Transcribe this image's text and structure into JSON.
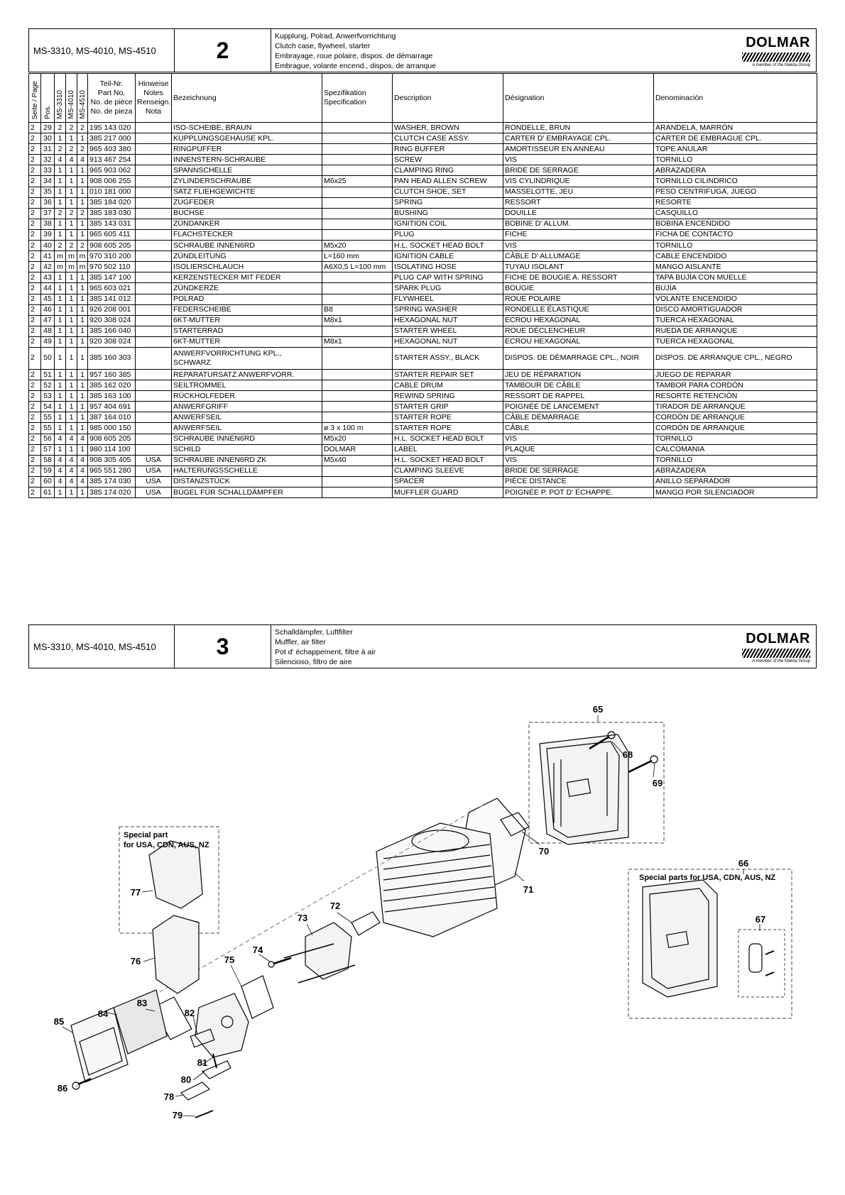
{
  "section2": {
    "models": "MS-3310, MS-4010, MS-4510",
    "number": "2",
    "titles": [
      "Kupplung, Polrad, Anwerfvorrichtung",
      "Clutch case, flywheel, starter",
      "Embrayage, roue polaire, dispos. de démarrage",
      "Embrague, volante encend., dispos. de arranque"
    ],
    "brand": "DOLMAR",
    "brand_sub": "A member of the Makita Group"
  },
  "table": {
    "headers": {
      "page": "Seite / Page",
      "pos": "Pos.",
      "m1": "MS-3310",
      "m2": "MS-4010",
      "m3": "MS-4510",
      "part": [
        "Teil-Nr.",
        "Part No.",
        "No. de pièce",
        "No. de pieza"
      ],
      "notes": [
        "Hinweise",
        "Notes",
        "Renseign.",
        "Nota"
      ],
      "bez": "Bezeichnung",
      "spec": [
        "Spezifikation",
        "Specification"
      ],
      "desc": "Description",
      "desig": "Désignation",
      "denom": "Denominación"
    },
    "rows": [
      [
        "2",
        "29",
        "2",
        "2",
        "2",
        "195 143 020",
        "",
        "ISO-SCHEIBE, BRAUN",
        "",
        "WASHER, BROWN",
        "RONDELLE, BRUN",
        "ARANDELA, MARRÓN"
      ],
      [
        "2",
        "30",
        "1",
        "1",
        "1",
        "385 217 000",
        "",
        "KUPPLUNGSGEHÄUSE KPL.",
        "",
        "CLUTCH CASE ASSY.",
        "CARTER D' EMBRAYAGE CPL.",
        "CÁRTER DE EMBRAGUE CPL."
      ],
      [
        "2",
        "31",
        "2",
        "2",
        "2",
        "965 403 380",
        "",
        "RINGPUFFER",
        "",
        "RING BUFFER",
        "AMORTISSEUR EN ANNEAU",
        "TOPE ANULAR"
      ],
      [
        "2",
        "32",
        "4",
        "4",
        "4",
        "913 467 254",
        "",
        "INNENSTERN-SCHRAUBE",
        "",
        "SCREW",
        "VIS",
        "TORNILLO"
      ],
      [
        "2",
        "33",
        "1",
        "1",
        "1",
        "965 903 062",
        "",
        "SPANNSCHELLE",
        "",
        "CLAMPING RING",
        "BRIDE DE SERRAGE",
        "ABRAZADERA"
      ],
      [
        "2",
        "34",
        "1",
        "1",
        "1",
        "908 006 255",
        "",
        "ZYLINDERSCHRAUBE",
        "M6x25",
        "PAN HEAD ALLEN SCREW",
        "VIS CYLINDRIQUE",
        "TORNILLO CILINDRICO"
      ],
      [
        "2",
        "35",
        "1",
        "1",
        "1",
        "010 181 000",
        "",
        "SATZ FLIEHGEWICHTE",
        "",
        "CLUTCH SHOE, SET",
        "MASSELOTTE, JEU",
        "PESO CENTRIFUGA, JUEGO"
      ],
      [
        "2",
        "36",
        "1",
        "1",
        "1",
        "385 184 020",
        "",
        "ZUGFEDER",
        "",
        "SPRING",
        "RESSORT",
        "RESORTE"
      ],
      [
        "2",
        "37",
        "2",
        "2",
        "2",
        "385 183 030",
        "",
        "BUCHSE",
        "",
        "BUSHING",
        "DOUILLE",
        "CASQUILLO"
      ],
      [
        "2",
        "38",
        "1",
        "1",
        "1",
        "385 143 031",
        "",
        "ZÜNDANKER",
        "",
        "IGNITION COIL",
        "BOBINE D' ALLUM.",
        "BOBINA ENCENDIDO"
      ],
      [
        "2",
        "39",
        "1",
        "1",
        "1",
        "965 605 411",
        "",
        "FLACHSTECKER",
        "",
        "PLUG",
        "FICHE",
        "FICHA DE CONTACTO"
      ],
      [
        "2",
        "40",
        "2",
        "2",
        "2",
        "908 605 205",
        "",
        "SCHRAUBE INNEN6RD",
        "M5x20",
        "H.L. SOCKET HEAD BOLT",
        "VIS",
        "TORNILLO"
      ],
      [
        "2",
        "41",
        "m",
        "m",
        "m",
        "970 310 200",
        "",
        "ZÜNDLEITUNG",
        "L=160 mm",
        "IGNITION CABLE",
        "CÂBLE D' ALLUMAGE",
        "CABLE ENCENDIDO"
      ],
      [
        "2",
        "42",
        "m",
        "m",
        "m",
        "970 502 110",
        "",
        "ISOLIERSCHLAUCH",
        "A6X0,5 L=100 mm",
        "ISOLATING HOSE",
        "TUYAU ISOLANT",
        "MANGO AISLANTE"
      ],
      [
        "2",
        "43",
        "1",
        "1",
        "1",
        "385 147 100",
        "",
        "KERZENSTECKER MIT FEDER",
        "",
        "PLUG CAP WITH SPRING",
        "FICHE DE BOUGIE A. RESSORT",
        "TAPA BUJÍA CON MUELLE"
      ],
      [
        "2",
        "44",
        "1",
        "1",
        "1",
        "965 603 021",
        "",
        "ZÜNDKERZE",
        "",
        "SPARK PLUG",
        "BOUGIE",
        "BUJÍA"
      ],
      [
        "2",
        "45",
        "1",
        "1",
        "1",
        "385 141 012",
        "",
        "POLRAD",
        "",
        "FLYWHEEL",
        "ROUE POLAIRE",
        "VOLANTE ENCENDIDO"
      ],
      [
        "2",
        "46",
        "1",
        "1",
        "1",
        "926 208 001",
        "",
        "FEDERSCHEIBE",
        "B8",
        "SPRING WASHER",
        "RONDELLE ÉLASTIQUE",
        "DISCO AMORTIGUADOR"
      ],
      [
        "2",
        "47",
        "1",
        "1",
        "1",
        "920 308 024",
        "",
        "6KT-MUTTER",
        "M8x1",
        "HEXAGONAL NUT",
        "ECROU HEXAGONAL",
        "TUERCA HEXAGONAL"
      ],
      [
        "2",
        "48",
        "1",
        "1",
        "1",
        "385 166 040",
        "",
        "STARTERRAD",
        "",
        "STARTER WHEEL",
        "ROUE DÉCLENCHEUR",
        "RUEDA DE ARRANQUE"
      ],
      [
        "2",
        "49",
        "1",
        "1",
        "1",
        "920 308 024",
        "",
        "6KT-MUTTER",
        "M8x1",
        "HEXAGONAL NUT",
        "ECROU HEXAGONAL",
        "TUERCA HEXAGONAL"
      ],
      [
        "2",
        "50",
        "1",
        "1",
        "1",
        "385 160 303",
        "",
        "ANWERFVORRICHTUNG KPL., SCHWARZ",
        "",
        "STARTER ASSY., BLACK",
        "DISPOS. DE DÉMARRAGE CPL., NOIR",
        "DISPOS. DE ARRANQUE CPL., NEGRO"
      ],
      [
        "2",
        "51",
        "1",
        "1",
        "1",
        "957 160 385",
        "",
        "REPARATURSATZ ANWERFVORR.",
        "",
        "STARTER REPAIR SET",
        "JEU DE RÉPARATION",
        "JUEGO DE REPARAR"
      ],
      [
        "2",
        "52",
        "1",
        "1",
        "1",
        "385 162 020",
        "",
        "SEILTROMMEL",
        "",
        "CABLE DRUM",
        "TAMBOUR DE CÂBLE",
        "TAMBOR PARA CORDÓN"
      ],
      [
        "2",
        "53",
        "1",
        "1",
        "1",
        "385 163 100",
        "",
        "RÜCKHOLFEDER",
        "",
        "REWIND SPRING",
        "RESSORT DE RAPPEL",
        "RESORTE RETENCIÓN"
      ],
      [
        "2",
        "54",
        "1",
        "1",
        "1",
        "957 404 691",
        "",
        "ANWERFGRIFF",
        "",
        "STARTER GRIP",
        "POIGNÉE DE LANCEMENT",
        "TIRADOR DE ARRANQUE"
      ],
      [
        "2",
        "55",
        "1",
        "1",
        "1",
        "387 164 010",
        "",
        "ANWERFSEIL",
        "",
        "STARTER ROPE",
        "CÂBLE DÉMARRAGE",
        "CORDÓN DE ARRANQUE"
      ],
      [
        "2",
        "55",
        "1",
        "1",
        "1",
        "985 000 150",
        "",
        "ANWERFSEIL",
        "ø 3 x 100 m",
        "STARTER ROPE",
        "CÂBLE",
        "CORDÓN DE ARRANQUE"
      ],
      [
        "2",
        "56",
        "4",
        "4",
        "4",
        "908 605 205",
        "",
        "SCHRAUBE INNEN6RD",
        "M5x20",
        "H.L. SOCKET HEAD BOLT",
        "VIS",
        "TORNILLO"
      ],
      [
        "2",
        "57",
        "1",
        "1",
        "1",
        "980 114 100",
        "",
        "SCHILD",
        "DOLMAR",
        "LABEL",
        "PLAQUE",
        "CALCOMANIA"
      ],
      [
        "2",
        "58",
        "4",
        "4",
        "4",
        "908 305 405",
        "USA",
        "SCHRAUBE INNEN6RD ZK",
        "M5x40",
        "H.L. SOCKET HEAD BOLT",
        "VIS",
        "TORNILLO"
      ],
      [
        "2",
        "59",
        "4",
        "4",
        "4",
        "965 551 280",
        "USA",
        "HALTERUNGSSCHELLE",
        "",
        "CLAMPING SLEEVE",
        "BRIDE DE SERRAGE",
        "ABRAZADERA"
      ],
      [
        "2",
        "60",
        "4",
        "4",
        "4",
        "385 174 030",
        "USA",
        "DISTANZSTÜCK",
        "",
        "SPACER",
        "PIÈCE DISTANCE",
        "ANILLO SEPARADOR"
      ],
      [
        "2",
        "61",
        "1",
        "1",
        "1",
        "385 174 020",
        "USA",
        "BÜGEL FÜR SCHALLDÄMPFER",
        "",
        "MUFFLER GUARD",
        "POIGNÉE P. POT D' ÉCHAPPE.",
        "MANGO POR SILENCIADOR"
      ]
    ]
  },
  "section3": {
    "models": "MS-3310, MS-4010, MS-4510",
    "number": "3",
    "titles": [
      "Schalldämpfer, Luftfilter",
      "Muffler, air filter",
      "Pot d' échappement, filtre à air",
      "Silencioso, filtro de aire"
    ],
    "brand": "DOLMAR",
    "brand_sub": "A member of the Makita Group"
  },
  "diagram": {
    "special_left": [
      "Special part",
      "for USA, CDN, AUS, NZ"
    ],
    "special_right": "Special parts for USA, CDN, AUS, NZ",
    "callouts": [
      "65",
      "68",
      "69",
      "70",
      "71",
      "66",
      "67",
      "77",
      "72",
      "73",
      "74",
      "75",
      "76",
      "83",
      "84",
      "82",
      "85",
      "81",
      "80",
      "86",
      "78",
      "79"
    ]
  }
}
